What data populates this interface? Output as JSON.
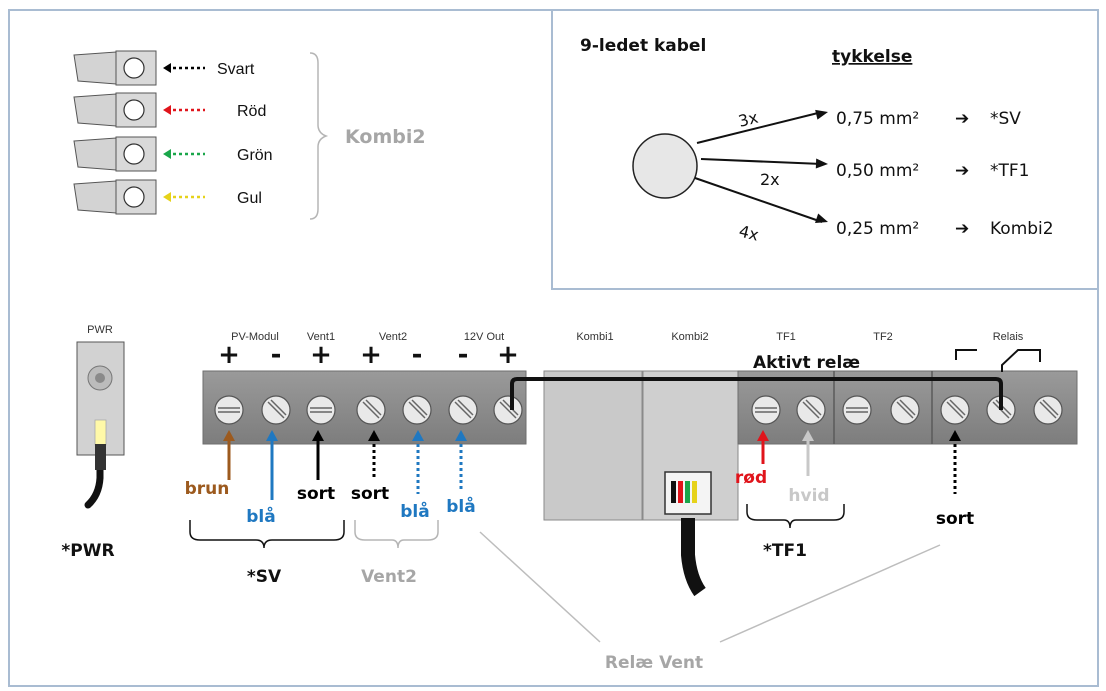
{
  "connector_legend": {
    "wires": [
      {
        "label": "Svart",
        "color": "#000000"
      },
      {
        "label": "Röd",
        "color": "#e0141b"
      },
      {
        "label": "Grön",
        "color": "#1aa64a"
      },
      {
        "label": "Gul",
        "color": "#e6d21a"
      }
    ],
    "group_label": "Kombi2"
  },
  "cable_info": {
    "title": "9-ledet kabel",
    "thickness_header": "tykkelse",
    "arrow_symbol": "➔",
    "rows": [
      {
        "count": "3x",
        "size": "0,75 mm²",
        "target": "*SV"
      },
      {
        "count": "2x",
        "size": "0,50 mm²",
        "target": "*TF1"
      },
      {
        "count": "4x",
        "size": "0,25 mm²",
        "target": "Kombi2"
      }
    ]
  },
  "board": {
    "pwr_label": "PWR",
    "pwr_caption": "*PWR",
    "top_labels": [
      "PV-Modul",
      "Vent1",
      "Vent2",
      "12V Out",
      "Kombi1",
      "Kombi2",
      "TF1",
      "TF2",
      "Relais"
    ],
    "polarity": [
      "+",
      "-",
      "+",
      "+",
      "-",
      "-",
      "+"
    ],
    "active_relay_label": "Aktivt relæ"
  },
  "wires": [
    {
      "label": "brun",
      "color": "#9c5a1e",
      "style": "solid"
    },
    {
      "label": "blå",
      "color": "#1f78c1",
      "style": "solid"
    },
    {
      "label": "sort",
      "color": "#000000",
      "style": "solid"
    },
    {
      "label": "sort",
      "color": "#000000",
      "style": "dotted"
    },
    {
      "label": "blå",
      "color": "#1f78c1",
      "style": "dotted"
    },
    {
      "label": "blå",
      "color": "#1f78c1",
      "style": "dotted"
    },
    {
      "label": "rød",
      "color": "#e0141b",
      "style": "solid"
    },
    {
      "label": "hvid",
      "color": "#c8c8c8",
      "style": "solid"
    },
    {
      "label": "sort",
      "color": "#000000",
      "style": "dotted"
    }
  ],
  "groups": {
    "sv": "*SV",
    "vent2": "Vent2",
    "tf1": "*TF1",
    "relay_vent": "Relæ Vent"
  }
}
